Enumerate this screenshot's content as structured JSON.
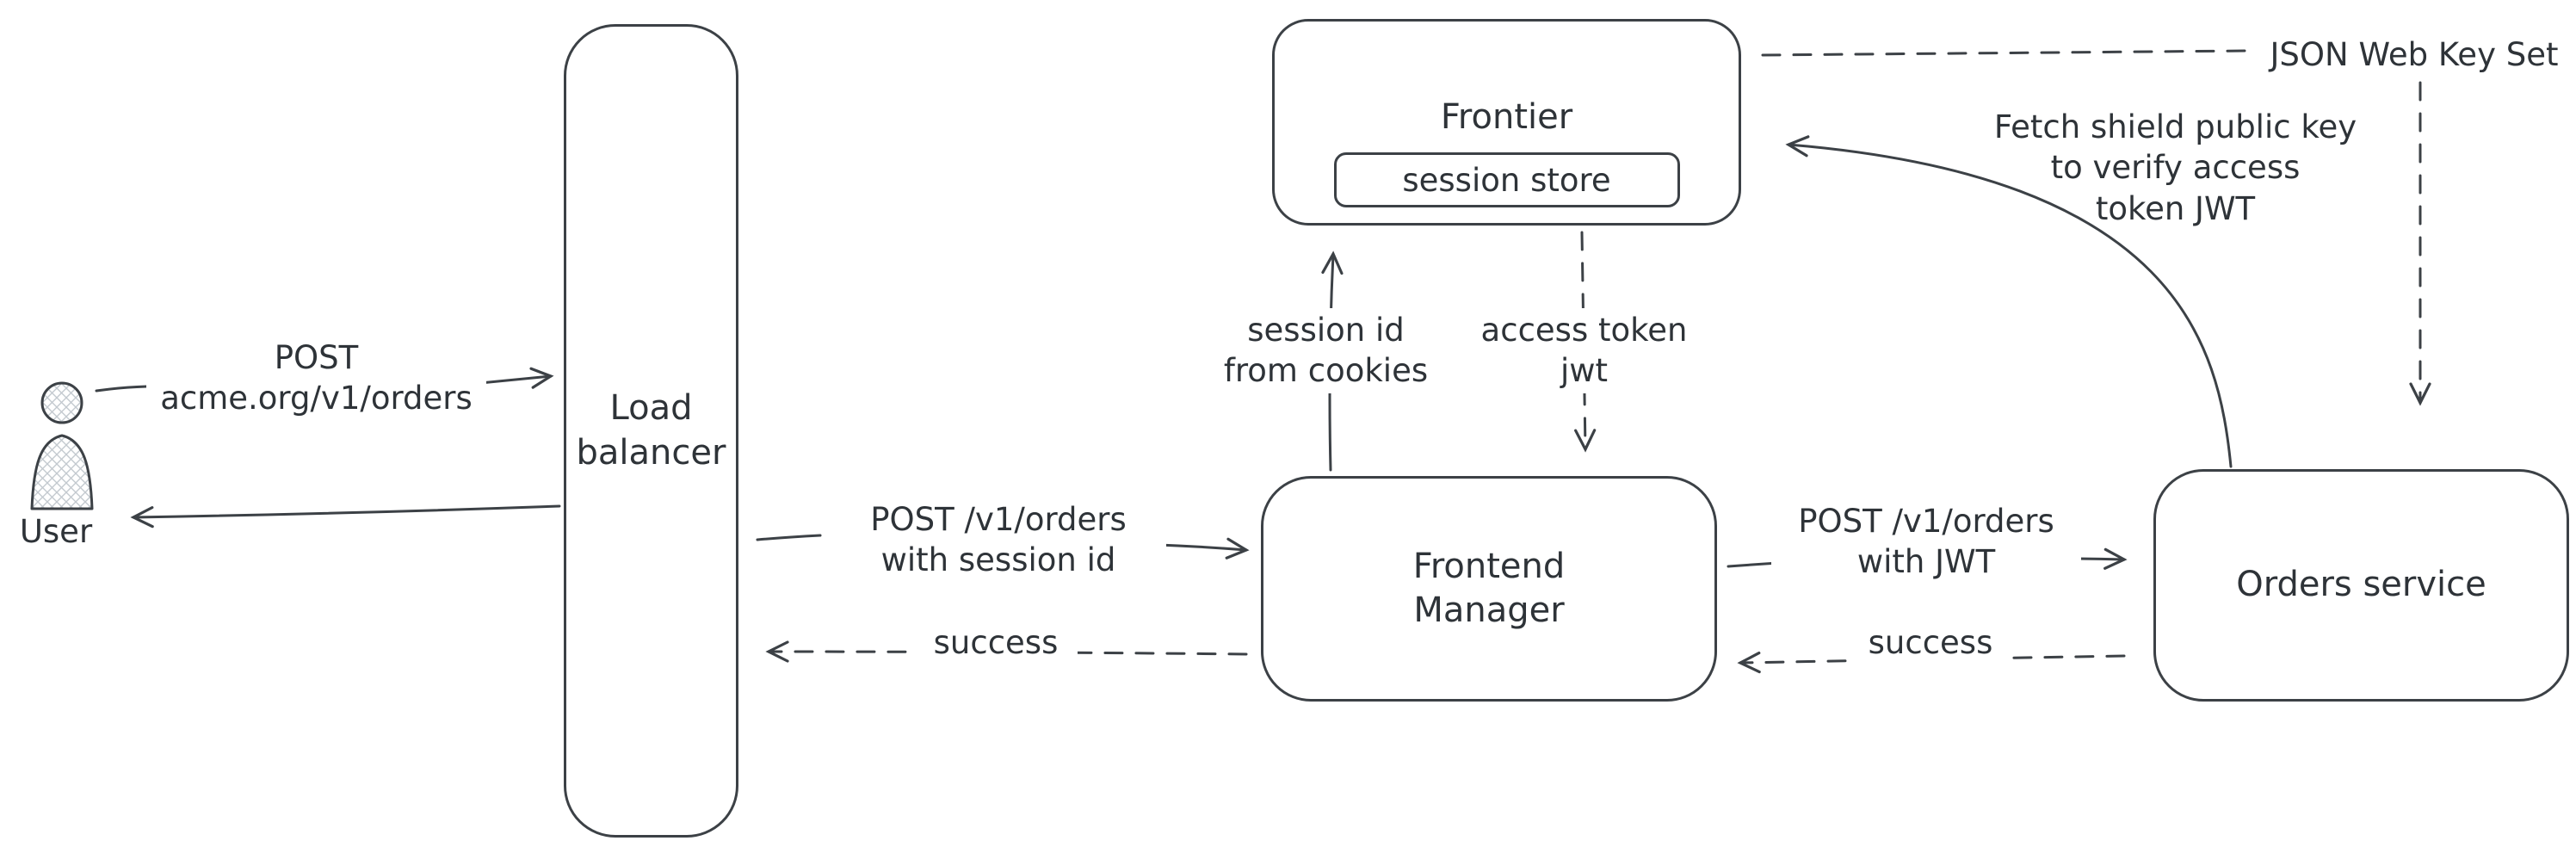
{
  "diagram": {
    "background": "#ffffff",
    "stroke_color": "#3c4146",
    "text_color": "#2e3338",
    "style": "hand-drawn-flowchart"
  },
  "nodes": {
    "user": {
      "label": "User",
      "icon": "person-icon"
    },
    "load_balancer": {
      "label": "Load\nbalancer"
    },
    "frontier": {
      "label": "Frontier"
    },
    "session_store": {
      "label": "session store"
    },
    "frontend_manager": {
      "label": "Frontend\nManager"
    },
    "orders_service": {
      "label": "Orders service"
    }
  },
  "labels": {
    "jwks": "JSON Web Key Set",
    "fetch_key": "Fetch shield public key\nto verify access\ntoken JWT"
  },
  "edges": {
    "user_to_lb": "POST\nacme.org/v1/orders",
    "lb_to_fm": "POST /v1/orders\nwith session id",
    "fm_to_lb_success": "success",
    "fm_to_frontier": "session id\nfrom cookies",
    "frontier_to_fm": "access token\njwt",
    "fm_to_orders": "POST /v1/orders\nwith JWT",
    "orders_to_fm_success": "success"
  }
}
